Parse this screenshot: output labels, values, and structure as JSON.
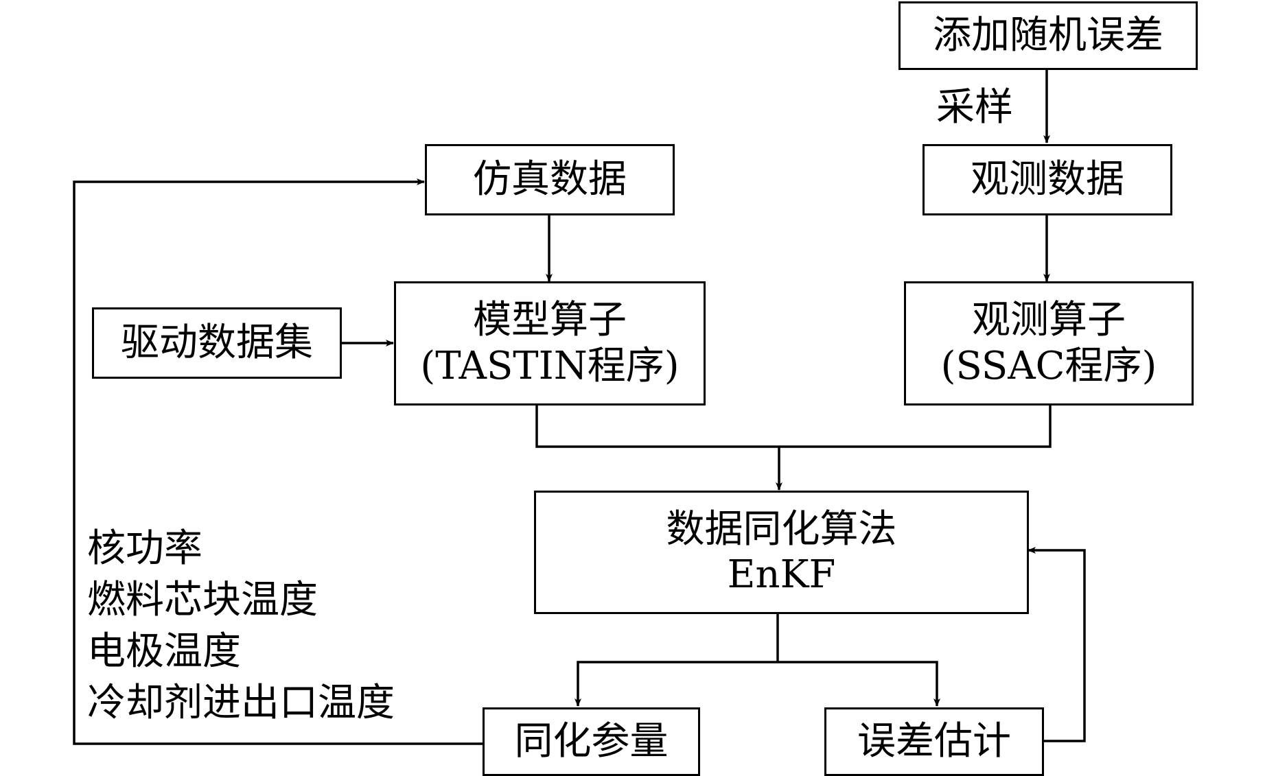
{
  "nodes": {
    "add_error": "添加随机误差",
    "sim_data": "仿真数据",
    "obs_data": "观测数据",
    "drive_data": "驱动数据集",
    "model_op": {
      "line1": "模型算子",
      "line2": "(TASTIN程序)"
    },
    "obs_op": {
      "line1": "观测算子",
      "line2": "(SSAC程序)"
    },
    "assim_algo": {
      "line1": "数据同化算法",
      "line2": "EnKF"
    },
    "assim_params": "同化参量",
    "error_est": "误差估计"
  },
  "edge_labels": {
    "sampling": "采样"
  },
  "assim_variables": [
    "核功率",
    "燃料芯块温度",
    "电极温度",
    "冷却剂进出口温度"
  ],
  "colors": {
    "line": "#000000",
    "background": "#ffffff"
  }
}
